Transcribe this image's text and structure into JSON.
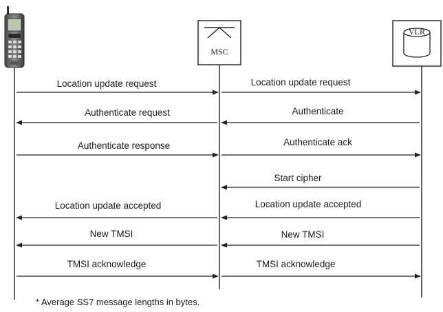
{
  "participants": [
    {
      "id": "ms",
      "label": "",
      "icon": "mobile-phone-icon"
    },
    {
      "id": "msc",
      "label": "MSC",
      "icon": "msc-switch-icon"
    },
    {
      "id": "vlr",
      "label": "VLR",
      "icon": "database-cylinder-icon"
    }
  ],
  "messages": [
    {
      "from": "ms",
      "to": "msc",
      "label": "Location update request"
    },
    {
      "from": "msc",
      "to": "vlr",
      "label": "Location update request"
    },
    {
      "from": "msc",
      "to": "ms",
      "label": "Authenticate request"
    },
    {
      "from": "vlr",
      "to": "msc",
      "label": "Authenticate"
    },
    {
      "from": "ms",
      "to": "msc",
      "label": "Authenticate response"
    },
    {
      "from": "msc",
      "to": "vlr",
      "label": "Authenticate ack"
    },
    {
      "from": "vlr",
      "to": "msc",
      "label": "Start cipher"
    },
    {
      "from": "msc",
      "to": "ms",
      "label": "Location update accepted"
    },
    {
      "from": "vlr",
      "to": "msc",
      "label": "Location update accepted"
    },
    {
      "from": "msc",
      "to": "ms",
      "label": "New TMSI"
    },
    {
      "from": "vlr",
      "to": "msc",
      "label": "New TMSI"
    },
    {
      "from": "ms",
      "to": "msc",
      "label": "TMSI acknowledge"
    },
    {
      "from": "msc",
      "to": "vlr",
      "label": "TMSI acknowledge"
    }
  ],
  "footnote": "* Average SS7 message lengths in bytes."
}
